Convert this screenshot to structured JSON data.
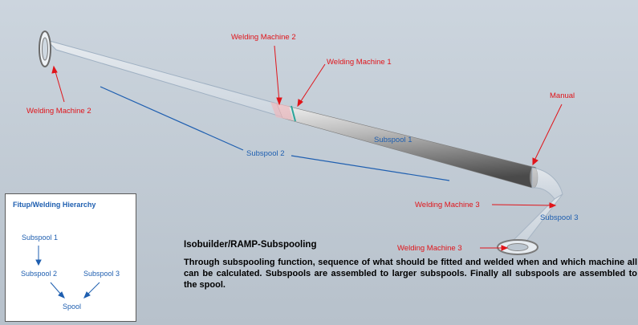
{
  "labels": {
    "welding_machine_2_top": "Welding Machine 2",
    "welding_machine_1": "Welding Machine 1",
    "welding_machine_2_left": "Welding Machine 2",
    "manual": "Manual",
    "subspool_1": "Subspool 1",
    "subspool_2": "Subspool 2",
    "subspool_3": "Subspool 3",
    "welding_machine_3_mid": "Welding Machine 3",
    "welding_machine_3_bottom": "Welding Machine 3"
  },
  "hierarchy": {
    "title": "Fitup/Welding Hierarchy",
    "subspool_1": "Subspool 1",
    "subspool_2": "Subspool 2",
    "subspool_3": "Subspool 3",
    "spool": "Spool"
  },
  "description": {
    "title": "Isobuilder/RAMP-Subspooling",
    "body": "Through subspooling function, sequence of what should be fitted and welded when and  which machine all can be calculated.  Subspools are assembled to larger subspools.  Finally  all subspools are assembled to the spool."
  },
  "colors": {
    "annotation_red": "#e0141a",
    "annotation_blue": "#1f5fb0",
    "background_top": "#c9d2dc",
    "background_bottom": "#b9c3cd"
  }
}
